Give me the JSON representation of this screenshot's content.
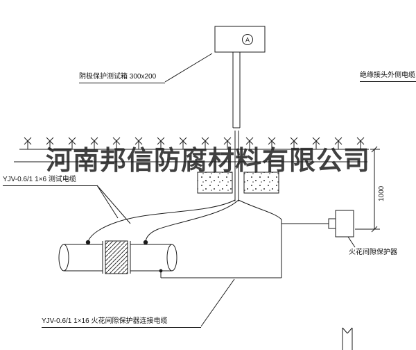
{
  "watermark": "河南邦信防腐材料有限公司",
  "labels": {
    "test_box": "阴极保护测试箱 300x200",
    "insulation_cable": "绝缘接头外侧电缆",
    "test_cable": "YJV-0.6/1 1×6  测试电缆",
    "spark_protector": "火花间隙保护器",
    "connect_cable": "YJV-0.6/1 1×16  火花间隙保护器连接电缆",
    "dimension_vertical": "1000",
    "ammeter": "A"
  },
  "colors": {
    "line": "#1a1a1a",
    "background": "#ffffff",
    "watermark": "#1f1f1f"
  }
}
